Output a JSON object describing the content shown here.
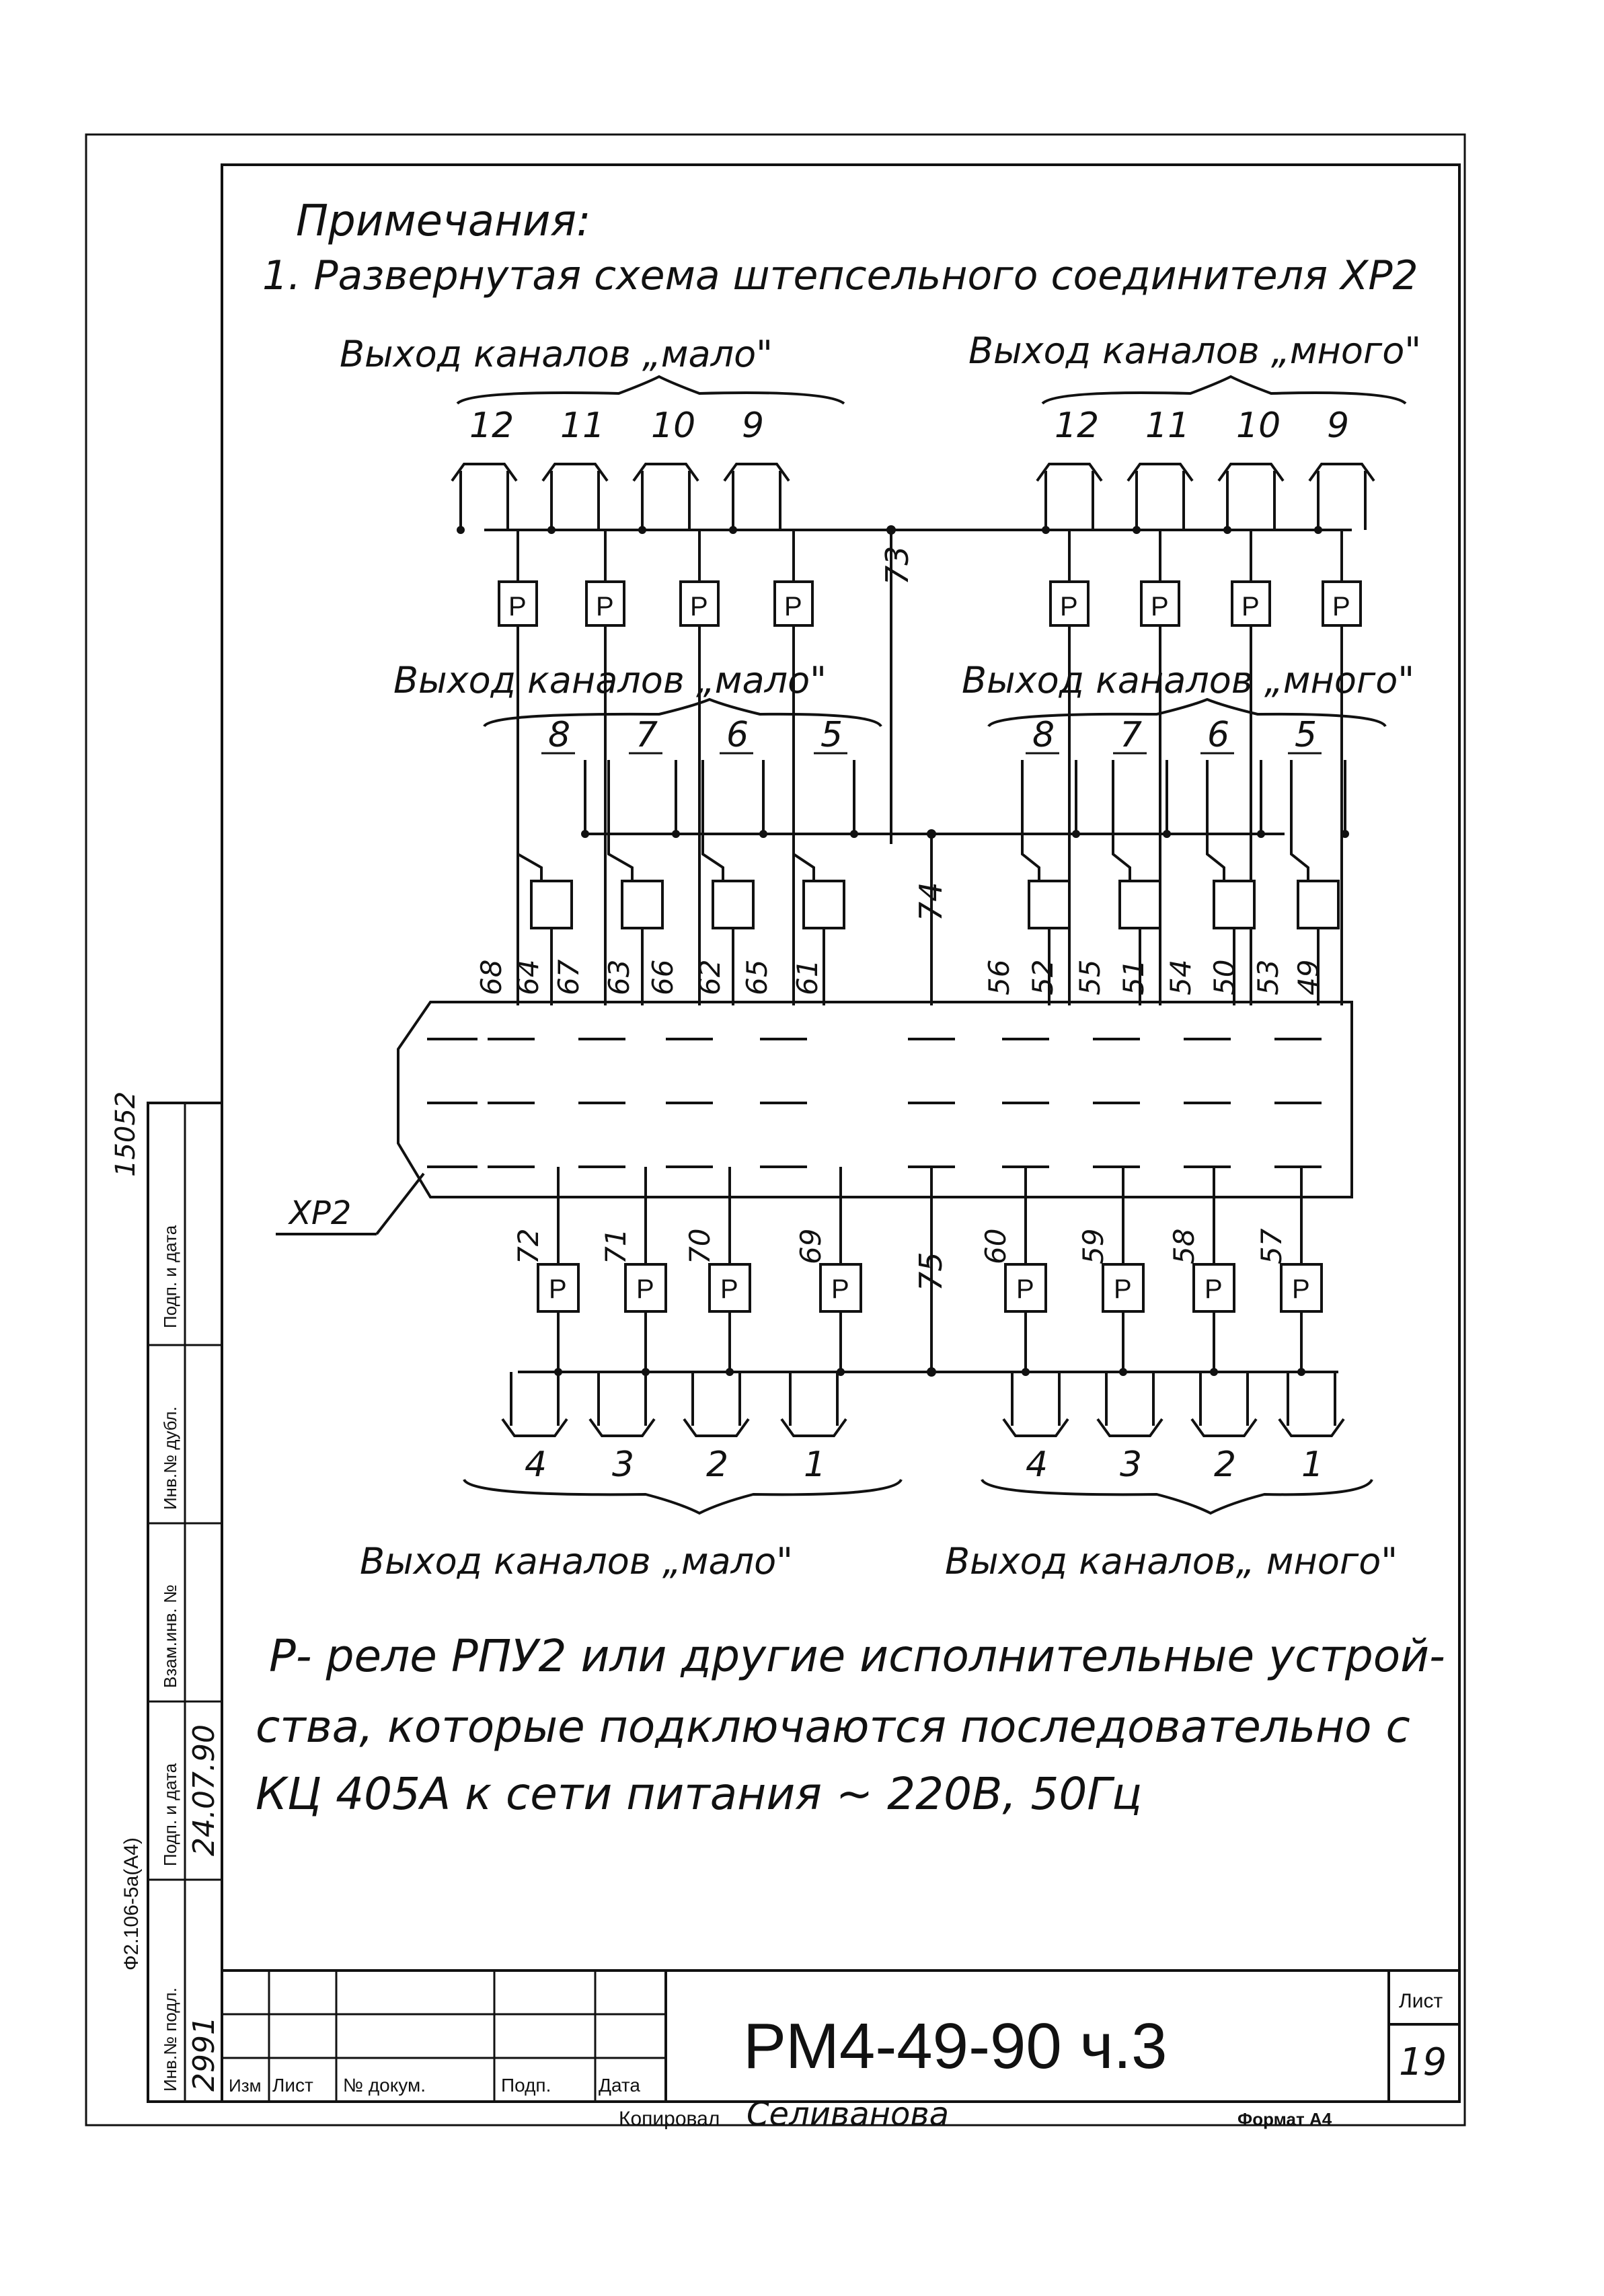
{
  "notes": {
    "heading": "Примечания:",
    "item1": "1. Развернутая схема штепсельного соединителя XP2"
  },
  "groups": {
    "top_left": "Выход каналов „мало\"",
    "top_right": "Выход каналов „много\"",
    "mid_left": "Выход каналов „мало\"",
    "mid_right": "Выход каналов „много\"",
    "bottom_left": "Выход каналов „мало\"",
    "bottom_right": "Выход каналов„ много\""
  },
  "channels": {
    "top": [
      "12",
      "11",
      "10",
      "9"
    ],
    "mid": [
      "8",
      "7",
      "6",
      "5"
    ],
    "bottom": [
      "4",
      "3",
      "2",
      "1"
    ]
  },
  "relay_label": "Р",
  "wire_numbers": {
    "bus_top": "73",
    "bus_mid": "74",
    "bus_bottom": "75",
    "upper_left": [
      "68",
      "64",
      "67",
      "63",
      "66",
      "62",
      "65",
      "61"
    ],
    "upper_right": [
      "56",
      "52",
      "55",
      "51",
      "54",
      "50",
      "53",
      "49"
    ],
    "lower_left": [
      "72",
      "71",
      "70",
      "69"
    ],
    "lower_right": [
      "60",
      "59",
      "58",
      "57"
    ]
  },
  "connector_label": "XP2",
  "legend": {
    "line1": "Р- реле РПУ2 или другие исполнительные устрой-",
    "line2": "ства, которые подключаются последовательно с",
    "line3": "КЦ 405А к сети питания ~ 220В, 50Гц"
  },
  "title_block": {
    "designation": "РМ4-49-90 ч.3",
    "sheet_label": "Лист",
    "sheet_number": "19",
    "col_izm": "Изм",
    "col_list": "Лист",
    "col_doc": "№ докум.",
    "col_sign": "Подп.",
    "col_date": "Дата",
    "copied_label": "Копировал",
    "copied_name": "Селиванова",
    "format_label": "Формат А4"
  },
  "side_stamp": {
    "form": "Ф2.106-5а(А4)",
    "col1": "Инв.№ подл.",
    "col2": "Подп. и дата",
    "col3": "Взам.инв. №",
    "col4": "Инв.№ дубл.",
    "col5": "Подп. и дата",
    "hw_inv": "2991",
    "hw_date": "24.07.90",
    "hw_sign": "15052"
  }
}
